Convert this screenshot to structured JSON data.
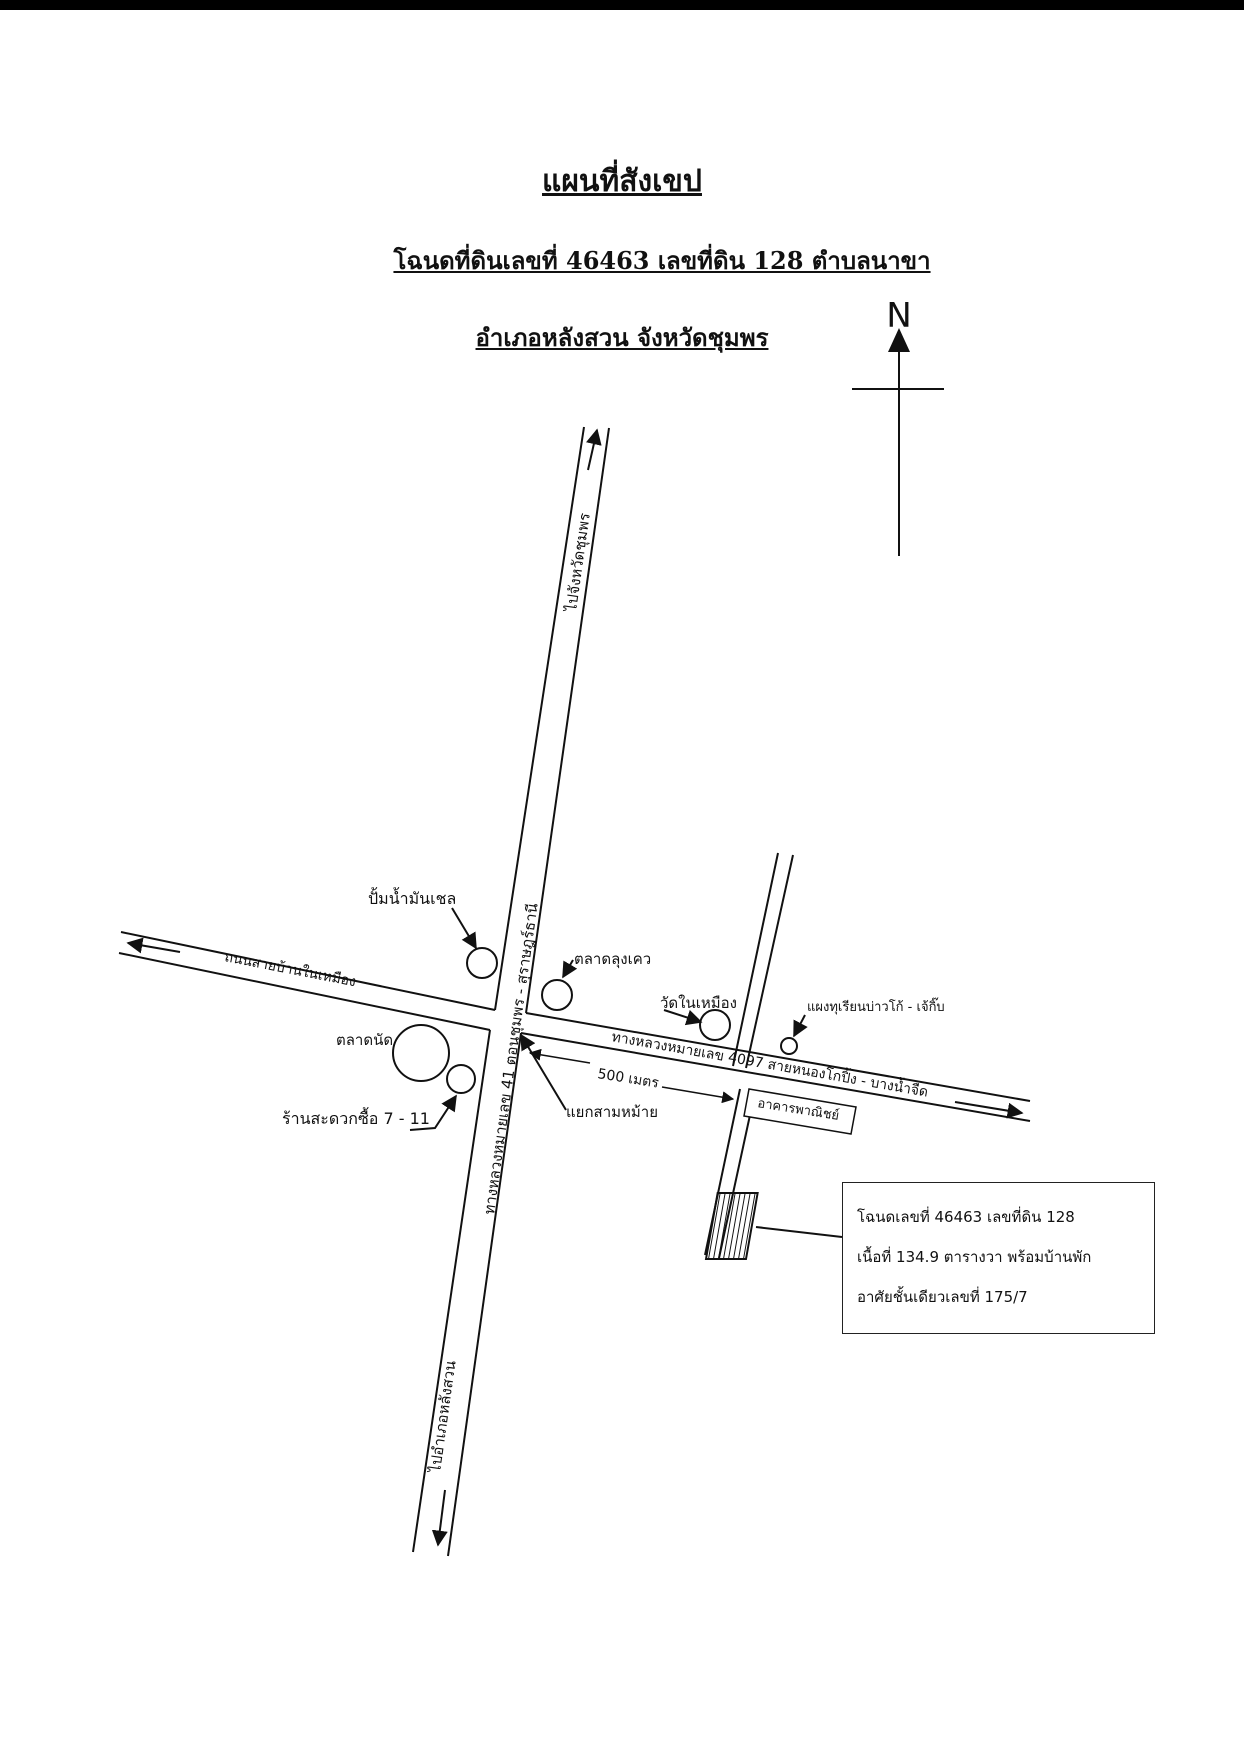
{
  "title": "แผนที่สังเขป",
  "subtitle_line1": "โฉนดที่ดินเลขที่  46463  เลขที่ดิน  128  ตำบลนาขา",
  "subtitle_line2": "อำเภอหลังสวน  จังหวัดชุมพร",
  "north_label": "N",
  "roads": {
    "highway_41_south": "ทางหลวงหมายเลข  41  ตอนชุมพร  -  สุราษฎร์ธานี",
    "to_chumphon": "ไปจังหวัดชุมพร",
    "to_lang_suan": "ไปอำเภอหลังสวน",
    "west_road": "ถนนสายบ้านในเหมือง",
    "highway_4097": "ทางหลวงหมายเลข 4097 สายหนองโกปิ้ง  -  บางน้ำจืด"
  },
  "landmarks": {
    "shell_station": "ปั้มน้ำมันเชล",
    "lung_kaew_market": "ตลาดลุงเคว",
    "wat_nai_mueang": "วัดในเหมือง",
    "durian_stall": "แผงทุเรียนบ่าวโก้ - เจ้กิ๊บ",
    "market": "ตลาดนัด",
    "seven_eleven": "ร้านสะดวกซื้อ  7 - 11",
    "junction": "แยกสามหม้าย",
    "commercial_building": "อาคารพาณิชย์"
  },
  "distance_label": "500 เมตร",
  "info_box": {
    "line1": "โฉนดเลขที่  46463  เลขที่ดิน 128",
    "line2": "เนื้อที่  134.9 ตารางวา พร้อมบ้านพัก",
    "line3": "อาศัยชั้นเดียวเลขที่  175/7"
  }
}
